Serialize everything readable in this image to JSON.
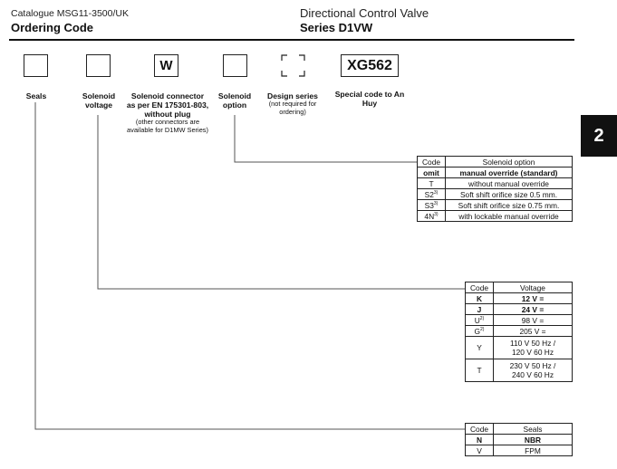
{
  "header": {
    "catalogue": "Catalogue MSG11-3500/UK",
    "section": "Ordering Code",
    "title": "Directional Control Valve",
    "series": "Series D1VW"
  },
  "code_boxes": {
    "seals": "",
    "voltage": "",
    "connector": "W",
    "option": "",
    "design": "",
    "special": "XG562"
  },
  "labels": {
    "seals": "Seals",
    "voltage": "Solenoid voltage",
    "connector": "Solenoid connector as per EN 175301-803, without plug",
    "connector_note": "(other connectors are available for D1MW Series)",
    "option": "Solenoid option",
    "design": "Design series",
    "design_note": "(not required for ordering)",
    "special": "Special code to An Huy"
  },
  "page_badge": "2",
  "option_table": {
    "headers": [
      "Code",
      "Solenoid option"
    ],
    "rows": [
      {
        "code": "omit",
        "sup": "",
        "value": "manual override (standard)",
        "bold": true
      },
      {
        "code": "T",
        "sup": "",
        "value": "without manual override",
        "bold": false
      },
      {
        "code": "S2",
        "sup": "3)",
        "value": "Soft shift orifice size 0.5 mm.",
        "bold": false
      },
      {
        "code": "S3",
        "sup": "3)",
        "value": "Soft shift orifice size 0.75 mm.",
        "bold": false
      },
      {
        "code": "4N",
        "sup": "3)",
        "value": "with lockable manual override",
        "bold": false
      }
    ]
  },
  "voltage_table": {
    "headers": [
      "Code",
      "Voltage"
    ],
    "rows": [
      {
        "code": "K",
        "sup": "",
        "value": "12 V =",
        "bold": true
      },
      {
        "code": "J",
        "sup": "",
        "value": "24 V =",
        "bold": true
      },
      {
        "code": "U",
        "sup": "2)",
        "value": "98 V =",
        "bold": false
      },
      {
        "code": "G",
        "sup": "2)",
        "value": "205 V =",
        "bold": false
      },
      {
        "code": "Y",
        "sup": "",
        "value": "110 V 50 Hz /",
        "value2": "120 V 60 Hz",
        "bold": false
      },
      {
        "code": "T",
        "sup": "",
        "value": "230 V 50 Hz /",
        "value2": "240 V 60 Hz",
        "bold": false
      }
    ]
  },
  "seals_table": {
    "headers": [
      "Code",
      "Seals"
    ],
    "rows": [
      {
        "code": "N",
        "sup": "",
        "value": "NBR",
        "bold": true
      },
      {
        "code": "V",
        "sup": "",
        "value": "FPM",
        "bold": false
      }
    ]
  }
}
